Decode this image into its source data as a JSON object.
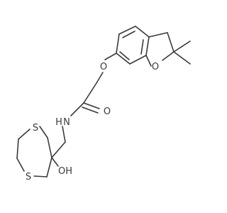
{
  "molecule": {
    "atoms": {
      "ring_oxygen": "O",
      "ether_oxygen": "O",
      "carbonyl_oxygen": "O",
      "amide_nitrogen": "N",
      "amide_hydrogen": "H",
      "sulfur_upper": "S",
      "sulfur_lower": "S",
      "hydroxyl": "OH"
    }
  }
}
